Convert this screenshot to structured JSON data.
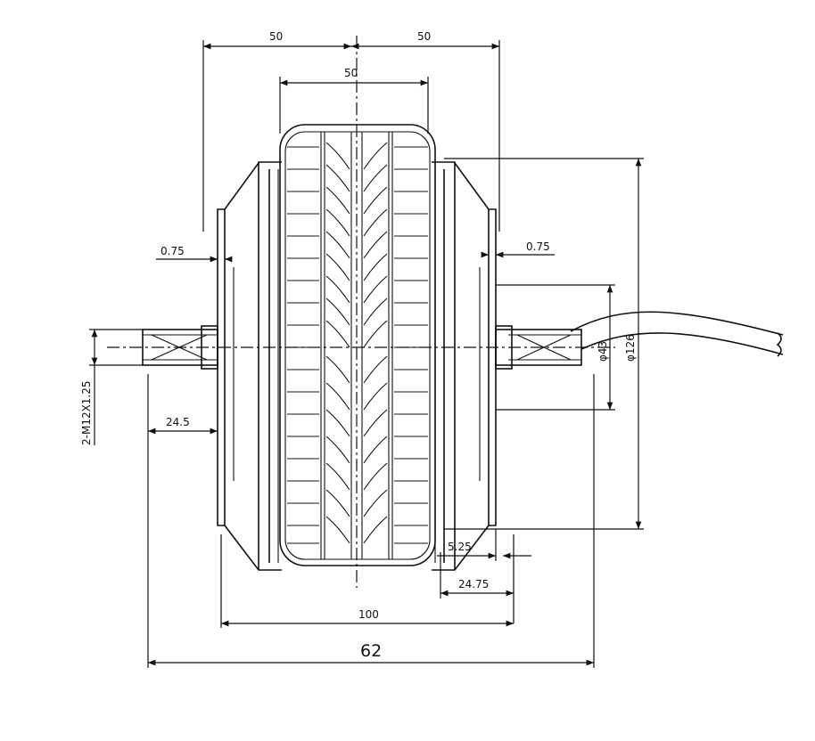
{
  "diagram": {
    "labels": {
      "top_left_width": "50",
      "top_right_width": "50",
      "tire_width": "50",
      "left_gap": "0.75",
      "right_gap": "0.75",
      "thread": "2-M12X1.25",
      "left_axle": "24.5",
      "diameter_43": "φ43",
      "diameter_126": "φ126",
      "dim_525": "5.25",
      "dim_2475": "24.75",
      "hub_width": "100",
      "overall_width": "62"
    }
  }
}
